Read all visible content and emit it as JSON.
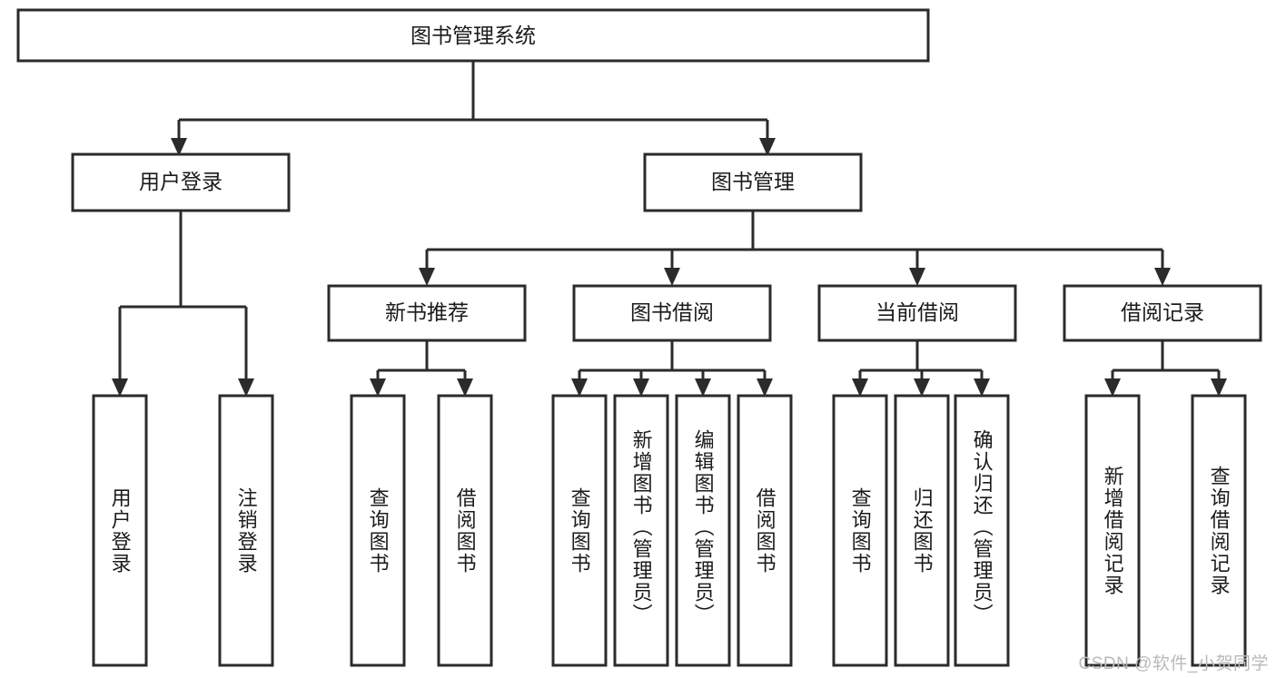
{
  "diagram": {
    "type": "tree-hierarchy",
    "title": "图书管理系统",
    "watermark": "CSDN @软件_小贺同学",
    "colors": {
      "box_stroke": "#2b2b2b",
      "box_fill": "#ffffff",
      "text": "#1b1b1b",
      "background": "#ffffff",
      "watermark": "#b9b9b9"
    },
    "levels": {
      "root": {
        "label": "图书管理系统"
      },
      "level2": [
        {
          "label": "用户登录"
        },
        {
          "label": "图书管理"
        }
      ],
      "level3": [
        {
          "label": "新书推荐"
        },
        {
          "label": "图书借阅"
        },
        {
          "label": "当前借阅"
        },
        {
          "label": "借阅记录"
        }
      ],
      "leaves": [
        {
          "label": "用户登录",
          "parent": "用户登录"
        },
        {
          "label": "注销登录",
          "parent": "用户登录"
        },
        {
          "label": "查询图书",
          "parent": "新书推荐"
        },
        {
          "label": "借阅图书",
          "parent": "新书推荐"
        },
        {
          "label": "查询图书",
          "parent": "图书借阅"
        },
        {
          "label": "新增图书（管理员）",
          "parent": "图书借阅"
        },
        {
          "label": "编辑图书（管理员）",
          "parent": "图书借阅"
        },
        {
          "label": "借阅图书",
          "parent": "图书借阅"
        },
        {
          "label": "查询图书",
          "parent": "当前借阅"
        },
        {
          "label": "归还图书",
          "parent": "当前借阅"
        },
        {
          "label": "确认归还（管理员）",
          "parent": "当前借阅"
        },
        {
          "label": "新增借阅记录",
          "parent": "借阅记录"
        },
        {
          "label": "查询借阅记录",
          "parent": "借阅记录"
        }
      ]
    }
  }
}
